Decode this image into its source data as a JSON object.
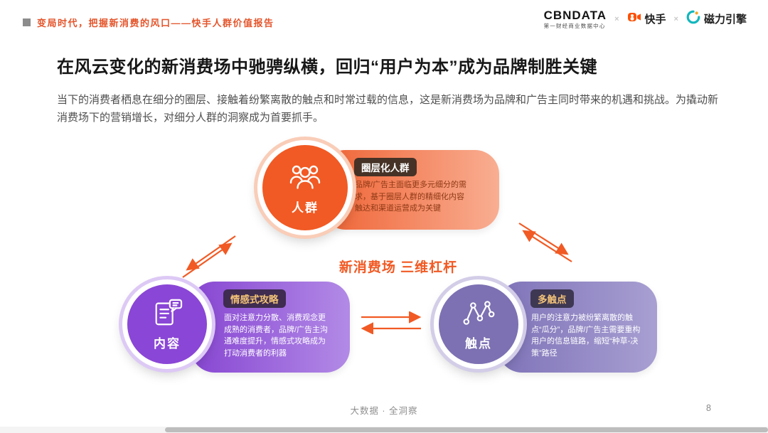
{
  "header": {
    "report_title": "变局时代，把握新消费的风口——快手人群价值报告",
    "logos": {
      "cbndata_name": "CBNDATA",
      "cbndata_subtitle": "第一财经商业数据中心",
      "separator": "×",
      "kuaishou_name": "快手",
      "magnet_name": "磁力引擎"
    }
  },
  "slide": {
    "title": "在风云变化的新消费场中驰骋纵横，回归“用户为本”成为品牌制胜关键",
    "intro": "当下的消费者栖息在细分的圈层、接触着纷繁离散的触点和时常过载的信息，这是新消费场为品牌和广告主同时带来的机遇和挑战。为撬动新消费场下的营销增长，对细分人群的洞察成为首要抓手。",
    "center_label": "新消费场 三维杠杆"
  },
  "diagram": {
    "accent_color": "#f15a24",
    "nodes": [
      {
        "circle_label": "人群",
        "badge": "圈层化人群",
        "desc": "品牌/广告主面临更多元细分的需求，基于圈层人群的精细化内容触达和渠道运营成为关键",
        "color": "#f15a24"
      },
      {
        "circle_label": "内容",
        "badge": "情感式攻略",
        "desc": "面对注意力分散、消费观念更成熟的消费者，品牌/广告主沟通难度提升，情感式攻略成为打动消费者的利器",
        "color": "#8a46d6"
      },
      {
        "circle_label": "触点",
        "badge": "多触点",
        "desc": "用户的注意力被纷繁离散的触点“瓜分”，品牌/广告主需要重构用户的信息链路，缩短“种草-决策”路径",
        "color": "#7d71b3"
      }
    ]
  },
  "footer": {
    "watermark": "大数据 · 全洞察",
    "page_number": "8"
  }
}
